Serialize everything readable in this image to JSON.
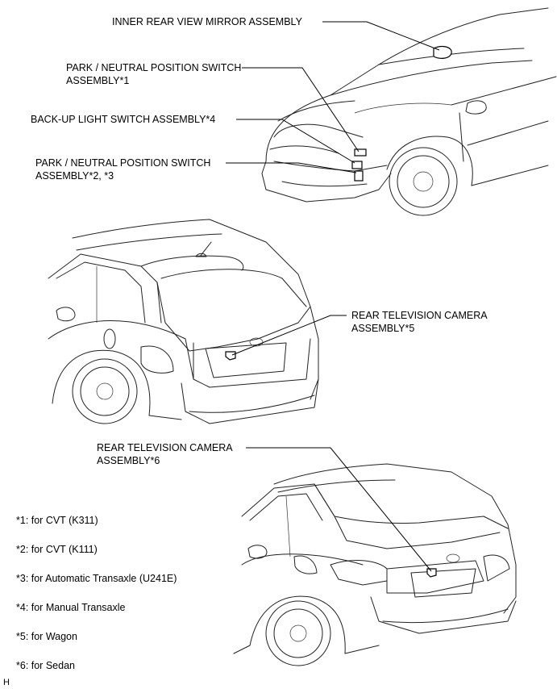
{
  "labels": {
    "inner_mirror": "INNER REAR VIEW MIRROR ASSEMBLY",
    "pnp_switch_1_line1": "PARK / NEUTRAL POSITION SWITCH",
    "pnp_switch_1_line2": "ASSEMBLY*1",
    "backup_light": "BACK-UP LIGHT SWITCH ASSEMBLY*4",
    "pnp_switch_23_line1": "PARK / NEUTRAL POSITION SWITCH",
    "pnp_switch_23_line2": "ASSEMBLY*2, *3",
    "rear_cam_5_line1": "REAR TELEVISION CAMERA",
    "rear_cam_5_line2": "ASSEMBLY*5",
    "rear_cam_6_line1": "REAR TELEVISION CAMERA",
    "rear_cam_6_line2": "ASSEMBLY*6"
  },
  "notes": [
    "*1: for CVT (K311)",
    "*2: for CVT (K111)",
    "*3: for Automatic Transaxle (U241E)",
    "*4: for Manual Transaxle",
    "*5: for Wagon",
    "*6: for Sedan"
  ],
  "corner_code": "H"
}
